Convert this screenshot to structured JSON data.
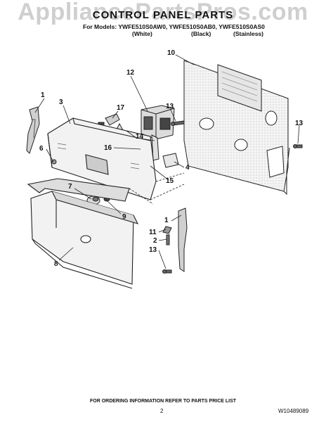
{
  "watermark": "AppliancePartsPros.com",
  "title": "CONTROL PANEL PARTS",
  "models_line": "For Models: YWFE510S0AW0, YWFE510S0AB0, YWFE510S0AS0",
  "finishes": [
    "(White)",
    "(Black)",
    "(Stainless)"
  ],
  "callouts": [
    "1",
    "3",
    "6",
    "7",
    "8",
    "9",
    "12",
    "17",
    "14",
    "16",
    "13",
    "10",
    "13",
    "4",
    "15",
    "1",
    "11",
    "2",
    "13"
  ],
  "footer": "FOR ORDERING INFORMATION REFER TO PARTS PRICE LIST",
  "page_number": "2",
  "doc_number": "W10489089",
  "colors": {
    "line": "#222222",
    "fill_light": "#f2f2f2",
    "fill_mid": "#dcdcdc",
    "fill_dark": "#555555"
  }
}
